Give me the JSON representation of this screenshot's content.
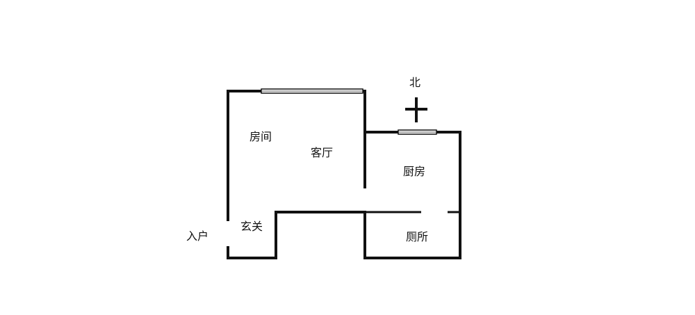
{
  "rooms": {
    "bedroom": "房间",
    "living": "客厅",
    "kitchen": "厨房",
    "foyer": "玄关",
    "toilet": "厕所"
  },
  "entrance": "入户",
  "north": "北",
  "colors": {
    "wall": "#111111",
    "window": "#555555",
    "background": "#ffffff"
  }
}
